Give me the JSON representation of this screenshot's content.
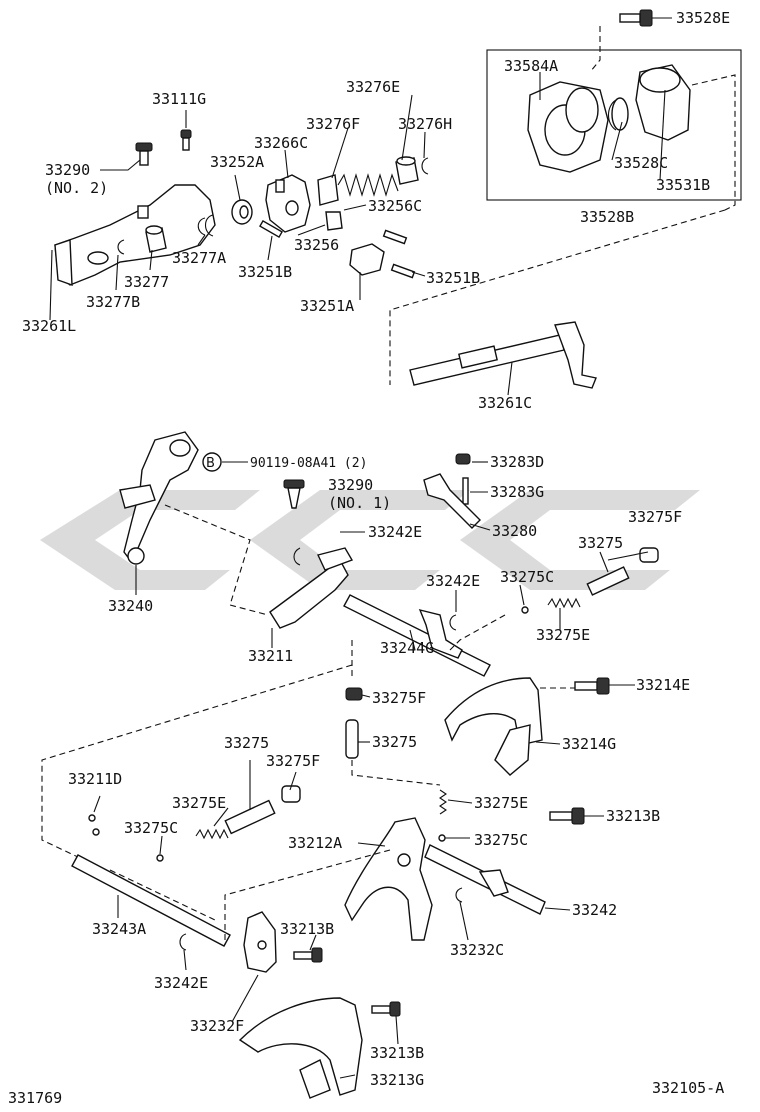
{
  "diagram": {
    "labels": {
      "l33528E_top": "33528E",
      "l33584A": "33584A",
      "l33528C": "33528C",
      "l33531B": "33531B",
      "l33528B": "33528B",
      "l33111G": "33111G",
      "l33276E": "33276E",
      "l33276F": "33276F",
      "l33276H": "33276H",
      "l33266C": "33266C",
      "l33290_top": "33290",
      "l33290_no2": "(NO. 2)",
      "l33252A": "33252A",
      "l33256C": "33256C",
      "l33256": "33256",
      "l33277A": "33277A",
      "l33277": "33277",
      "l33277B": "33277B",
      "l33261L": "33261L",
      "l33251B_a": "33251B",
      "l33251B_b": "33251B",
      "l33251A": "33251A",
      "l33261C": "33261C",
      "l90119": "90119-08A41 (2)",
      "lB": "B",
      "l33283D": "33283D",
      "l33290_mid": "33290",
      "l33290_no1": "(NO. 1)",
      "l33283G": "33283G",
      "l33242E_a": "33242E",
      "l33280": "33280",
      "l33275F_a": "33275F",
      "l33275_a": "33275",
      "l33240": "33240",
      "l33242E_b": "33242E",
      "l33275C_a": "33275C",
      "l33275E_a": "33275E",
      "l33211": "33211",
      "l33244G": "33244G",
      "l33214E": "33214E",
      "l33275F_b": "33275F",
      "l33275_b": "33275",
      "l33214G": "33214G",
      "l33275_c": "33275",
      "l33275F_c": "33275F",
      "l33211D": "33211D",
      "l33275E_b": "33275E",
      "l33275E_c": "33275E",
      "l33213B_a": "33213B",
      "l33275C_b": "33275C",
      "l33212A": "33212A",
      "l33275C_c": "33275C",
      "l33242": "33242",
      "l33243A": "33243A",
      "l33213B_b": "33213B",
      "l33232C": "33232C",
      "l33242E_c": "33242E",
      "l33232F": "33232F",
      "l33213B_c": "33213B",
      "l33213G": "33213G",
      "code_left": "331769",
      "code_right": "332105-A"
    }
  }
}
